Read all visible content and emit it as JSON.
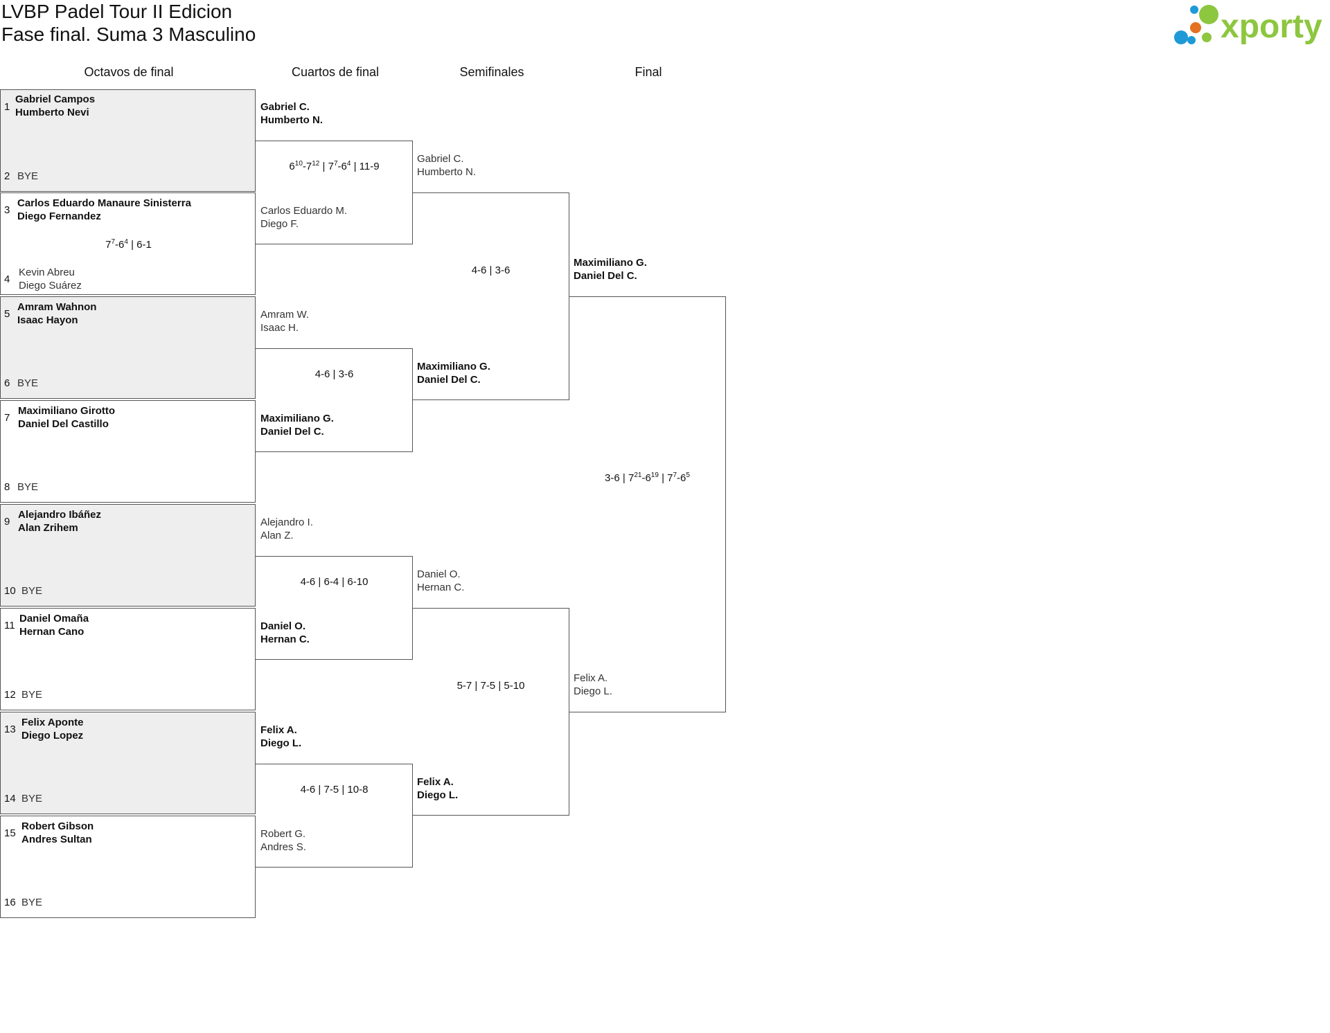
{
  "header": {
    "title": "LVBP Padel Tour II Edicion",
    "subtitle": "Fase final. Suma 3 Masculino"
  },
  "logo": {
    "text": "xporty",
    "colors": [
      "#8dc63f",
      "#e37222",
      "#1e9ad6"
    ]
  },
  "rounds": [
    "Octavos de final",
    "Cuartos de final",
    "Semifinales",
    "Final"
  ],
  "octavos": {
    "seeds": [
      {
        "num": "1",
        "p1": "Gabriel Campos",
        "p2": "Humberto Nevi"
      },
      {
        "num": "2",
        "p1": "BYE",
        "p2": ""
      },
      {
        "num": "3",
        "p1": "Carlos Eduardo Manaure Sinisterra",
        "p2": "Diego Fernandez"
      },
      {
        "num": "4",
        "p1": "Kevin Abreu",
        "p2": "Diego Suárez"
      },
      {
        "num": "5",
        "p1": "Amram Wahnon",
        "p2": "Isaac Hayon"
      },
      {
        "num": "6",
        "p1": "BYE",
        "p2": ""
      },
      {
        "num": "7",
        "p1": "Maximiliano Girotto",
        "p2": "Daniel Del Castillo"
      },
      {
        "num": "8",
        "p1": "BYE",
        "p2": ""
      },
      {
        "num": "9",
        "p1": "Alejandro Ibáñez",
        "p2": "Alan Zrihem"
      },
      {
        "num": "10",
        "p1": "BYE",
        "p2": ""
      },
      {
        "num": "11",
        "p1": "Daniel Omaña",
        "p2": "Hernan Cano"
      },
      {
        "num": "12",
        "p1": "BYE",
        "p2": ""
      },
      {
        "num": "13",
        "p1": "Felix Aponte",
        "p2": "Diego Lopez"
      },
      {
        "num": "14",
        "p1": "BYE",
        "p2": ""
      },
      {
        "num": "15",
        "p1": "Robert Gibson",
        "p2": "Andres Sultan"
      },
      {
        "num": "16",
        "p1": "BYE",
        "p2": ""
      }
    ],
    "match2_score": {
      "set1": "7",
      "tb1": "7",
      "set1b": "6",
      "tb1b": "4",
      "rest": "6-1"
    }
  },
  "cuartos": {
    "teams": [
      {
        "p1": "Gabriel C.",
        "p2": "Humberto N."
      },
      {
        "p1": "Carlos Eduardo M.",
        "p2": "Diego F."
      },
      {
        "p1": "Amram W.",
        "p2": "Isaac H."
      },
      {
        "p1": "Maximiliano G.",
        "p2": "Daniel Del C."
      },
      {
        "p1": "Alejandro I.",
        "p2": "Alan Z."
      },
      {
        "p1": "Daniel O.",
        "p2": "Hernan C."
      },
      {
        "p1": "Felix A.",
        "p2": "Diego L."
      },
      {
        "p1": "Robert G.",
        "p2": "Andres S."
      }
    ],
    "scores": [
      {
        "a": "6",
        "a_tb": "10",
        "b": "7",
        "b_tb": "12",
        "c": "7",
        "c_tb": "7",
        "d": "6",
        "d_tb": "4",
        "rest": "11-9"
      },
      "4-6 | 3-6",
      "4-6 | 6-4 | 6-10",
      "4-6 | 7-5 | 10-8"
    ]
  },
  "semis": {
    "teams": [
      {
        "p1": "Gabriel C.",
        "p2": "Humberto N."
      },
      {
        "p1": "Maximiliano G.",
        "p2": "Daniel Del C."
      },
      {
        "p1": "Daniel O.",
        "p2": "Hernan C."
      },
      {
        "p1": "Felix A.",
        "p2": "Diego L."
      }
    ],
    "scores": [
      "4-6 | 3-6",
      "5-7 | 7-5 | 5-10"
    ]
  },
  "final": {
    "teams": [
      {
        "p1": "Maximiliano G.",
        "p2": "Daniel Del C."
      },
      {
        "p1": "Felix A.",
        "p2": "Diego L."
      }
    ],
    "score": {
      "s1": "3-6",
      "a": "7",
      "a_tb": "21",
      "b": "6",
      "b_tb": "19",
      "c": "7",
      "c_tb": "7",
      "d": "6",
      "d_tb": "5"
    }
  }
}
